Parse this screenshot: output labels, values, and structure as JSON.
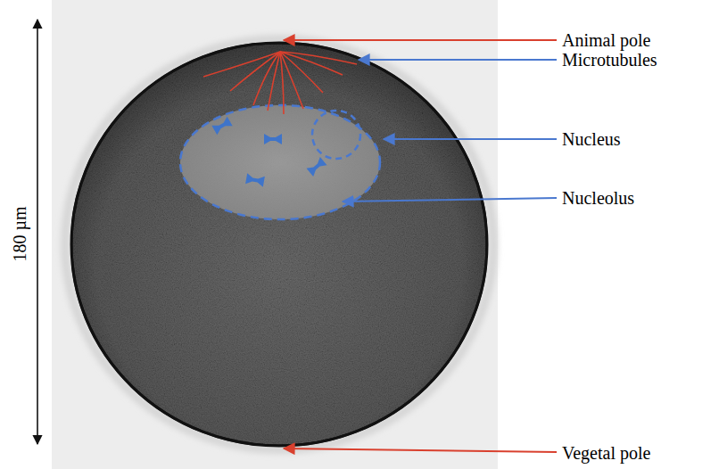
{
  "diagram": {
    "labels": [
      "180 µm",
      "Animal pole",
      "Microtubules",
      "Nucleus",
      "Nucleolus",
      "Vegetal pole"
    ]
  }
}
